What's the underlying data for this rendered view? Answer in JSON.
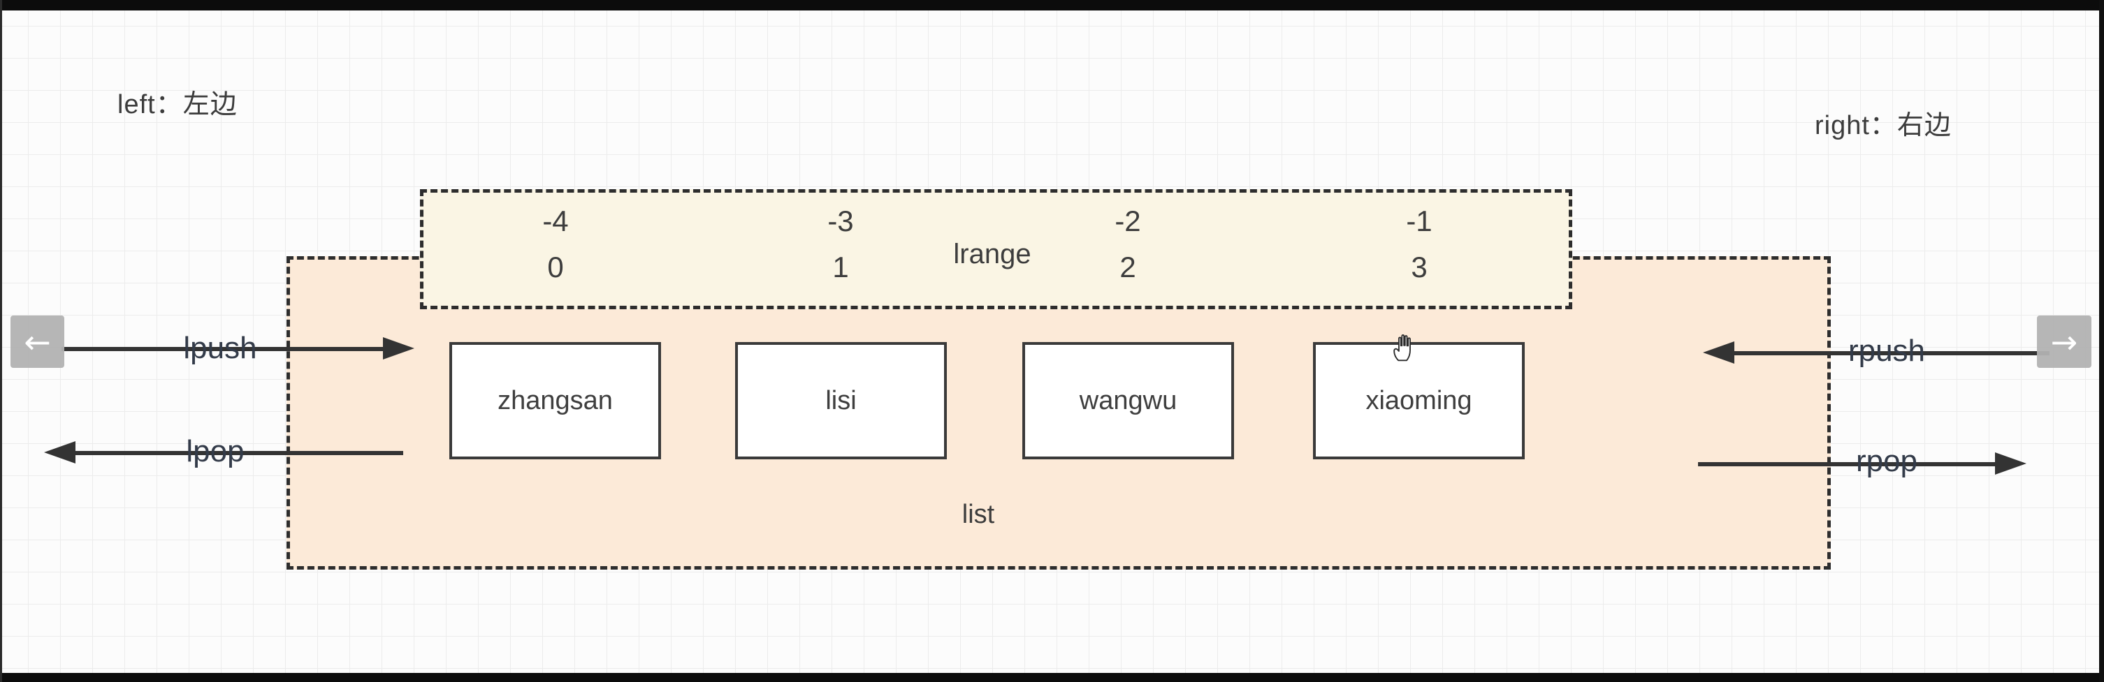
{
  "annotations": {
    "left": "left：左边",
    "right": "right：右边"
  },
  "lrange_box": {
    "label": "lrange",
    "columns": [
      {
        "neg": "-4",
        "pos": "0"
      },
      {
        "neg": "-3",
        "pos": "1"
      },
      {
        "neg": "-2",
        "pos": "2"
      },
      {
        "neg": "-1",
        "pos": "3"
      }
    ]
  },
  "list_box": {
    "label": "list",
    "items": [
      {
        "value": "zhangsan"
      },
      {
        "value": "lisi"
      },
      {
        "value": "wangwu"
      },
      {
        "value": "xiaoming"
      }
    ]
  },
  "operations": {
    "lpush": {
      "label": "lpush"
    },
    "lpop": {
      "label": "lpop"
    },
    "rpush": {
      "label": "rpush"
    },
    "rpop": {
      "label": "rpop"
    }
  },
  "nav": {
    "back_icon": "←",
    "forward_icon": "→"
  },
  "icons": {
    "cursor": "open-hand-cursor"
  },
  "colors": {
    "lrange_fill": "#faf5e4",
    "list_fill": "#fcead8",
    "dash_border": "#2d2d2d",
    "item_border": "#3a3a3a",
    "arrow": "#333333",
    "nav_button": "#b2b2b2",
    "text": "#3d3d3d",
    "letterbox": "#0c0c0c"
  }
}
